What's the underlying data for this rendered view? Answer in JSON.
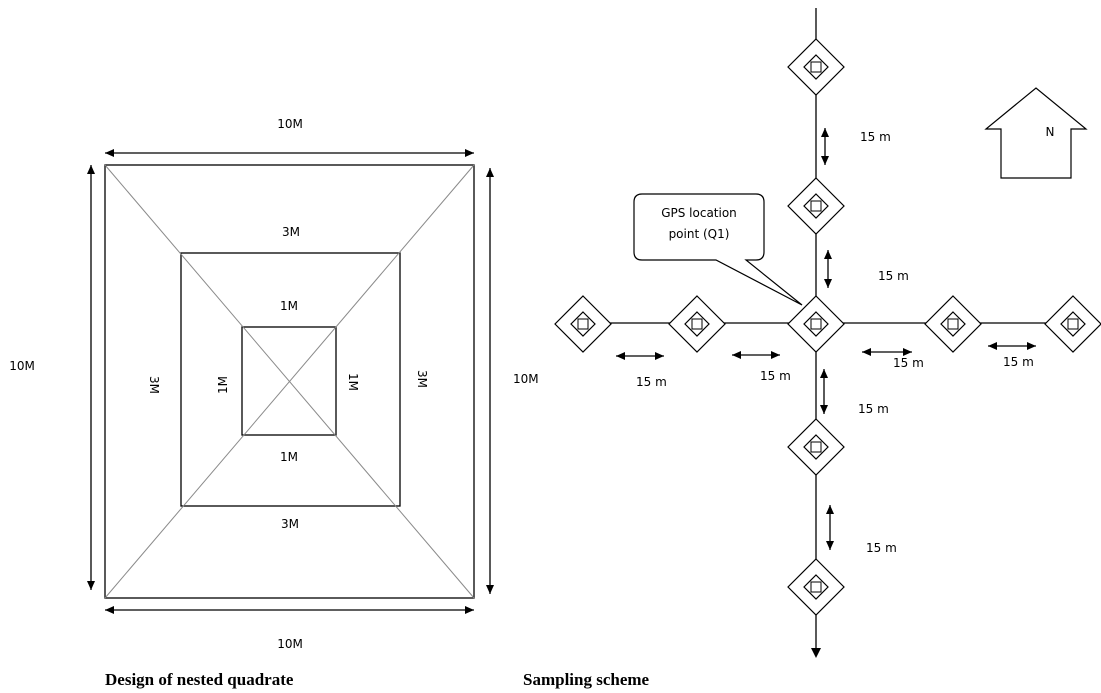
{
  "nested_quadrat": {
    "top_width": "10M",
    "bottom_width": "10M",
    "left_height": "10M",
    "mid_top": "3M",
    "mid_bottom": "3M",
    "mid_left": "3M",
    "mid_right": "3M",
    "inner_top": "1M",
    "inner_bottom": "1M",
    "inner_left": "1M",
    "inner_right": "1M",
    "caption": "Design of nested quadrate"
  },
  "sampling": {
    "spacing_label": "15 m",
    "west_label": "10M",
    "callout": [
      "GPS location",
      "point (Q1)"
    ],
    "north": "N",
    "caption": "Sampling scheme"
  }
}
